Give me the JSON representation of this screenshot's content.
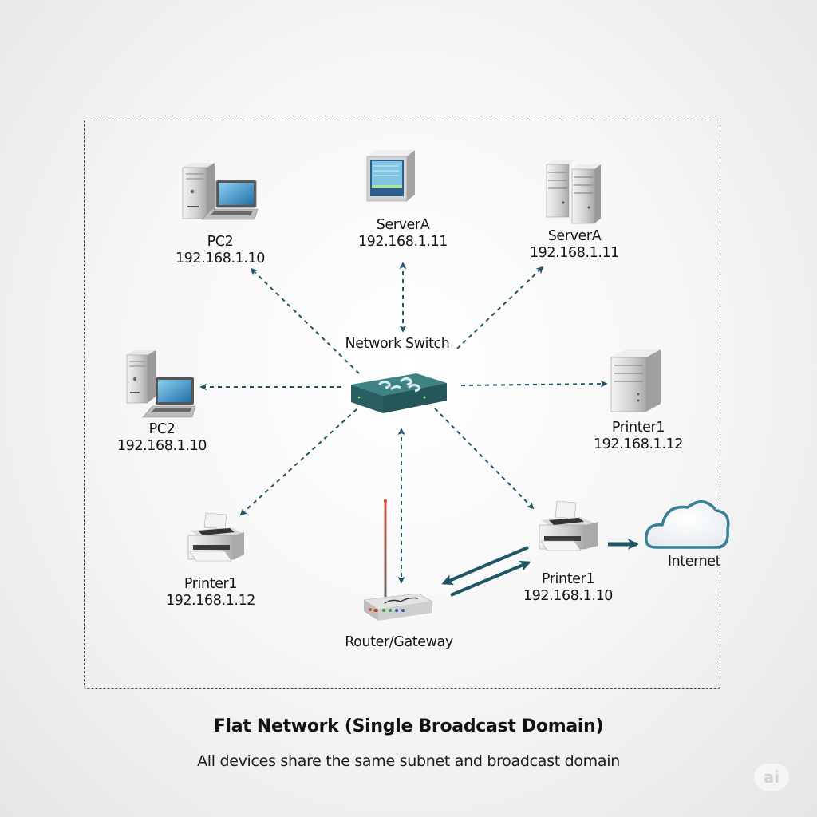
{
  "diagram": {
    "title": "Flat Network (Single Broadcast Domain)",
    "subtitle": "All devices share the same subnet and broadcast domain",
    "boundary": "single-broadcast-domain",
    "colors": {
      "link": "#1f5564",
      "switch": "#2f6b6e",
      "cloud_outline": "#3a7f96",
      "antenna": "#d2553a",
      "boundary": "#444444"
    },
    "hub": {
      "id": "switch",
      "name": "Network Switch",
      "icon": "network-switch-icon"
    },
    "nodes": [
      {
        "id": "pc-top",
        "name": "PC2",
        "ip": "192.168.1.10",
        "icon": "desktop-laptop-icon"
      },
      {
        "id": "server-top",
        "name": "ServerA",
        "ip": "192.168.1.11",
        "icon": "server-monitor-icon"
      },
      {
        "id": "server-rack",
        "name": "ServerA",
        "ip": "192.168.1.11",
        "icon": "server-rack-icon"
      },
      {
        "id": "pc-left",
        "name": "PC2",
        "ip": "192.168.1.10",
        "icon": "desktop-laptop-icon"
      },
      {
        "id": "printer-right-tower",
        "name": "Printer1",
        "ip": "192.168.1.12",
        "icon": "server-tower-icon"
      },
      {
        "id": "printer-left",
        "name": "Printer1",
        "ip": "192.168.1.12",
        "icon": "printer-icon"
      },
      {
        "id": "router",
        "name": "Router/Gateway",
        "ip": "",
        "icon": "router-icon"
      },
      {
        "id": "printer-right",
        "name": "Printer1",
        "ip": "192.168.1.10",
        "icon": "printer-icon"
      },
      {
        "id": "internet",
        "name": "Internet",
        "ip": "",
        "icon": "cloud-icon"
      }
    ],
    "links": [
      {
        "from": "switch",
        "to": "pc-top",
        "style": "dashed",
        "direction": "to"
      },
      {
        "from": "switch",
        "to": "server-top",
        "style": "dashed",
        "direction": "both"
      },
      {
        "from": "switch",
        "to": "server-rack",
        "style": "dashed",
        "direction": "to"
      },
      {
        "from": "switch",
        "to": "pc-left",
        "style": "dashed",
        "direction": "to"
      },
      {
        "from": "switch",
        "to": "printer-right-tower",
        "style": "dashed",
        "direction": "to"
      },
      {
        "from": "switch",
        "to": "printer-left",
        "style": "dashed",
        "direction": "to"
      },
      {
        "from": "switch",
        "to": "router",
        "style": "dashed",
        "direction": "both"
      },
      {
        "from": "switch",
        "to": "printer-right",
        "style": "dashed",
        "direction": "to"
      },
      {
        "from": "printer-right",
        "to": "router",
        "style": "solid",
        "direction": "to"
      },
      {
        "from": "router",
        "to": "printer-right",
        "style": "solid",
        "direction": "to"
      },
      {
        "from": "printer-right",
        "to": "internet",
        "style": "solid",
        "direction": "to"
      }
    ]
  },
  "watermark": "ai"
}
